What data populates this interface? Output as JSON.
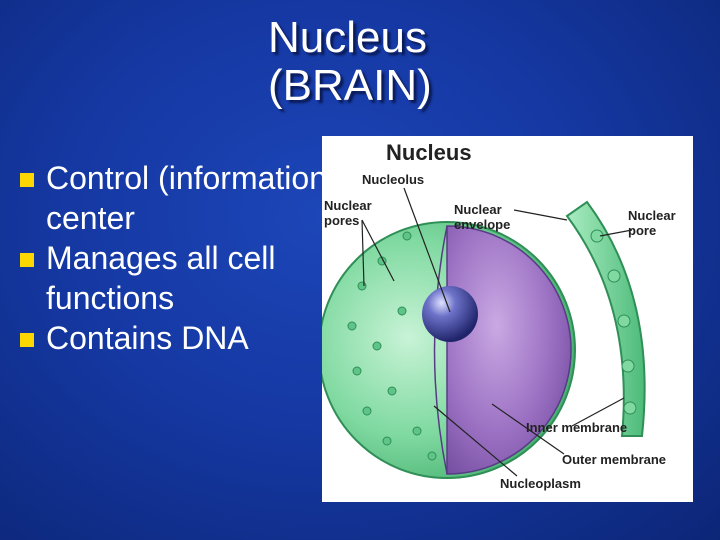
{
  "title": {
    "line1": "Nucleus",
    "line2": "(BRAIN)"
  },
  "bullets": [
    {
      "text": "Control (information) center"
    },
    {
      "text": "Manages all cell functions"
    },
    {
      "text": "Contains DNA"
    }
  ],
  "diagram": {
    "heading": "Nucleus",
    "labels": {
      "nucleolus": "Nucleolus",
      "nuclear_pores": [
        "Nuclear",
        "pores"
      ],
      "nuclear_envelope": [
        "Nuclear",
        "envelope"
      ],
      "nuclear_pore": [
        "Nuclear",
        "pore"
      ],
      "inner_membrane": "Inner membrane",
      "outer_membrane": "Outer membrane",
      "nucleoplasm": "Nucleoplasm"
    }
  },
  "colors": {
    "background": "#1538a3",
    "bullet": "#ffd700",
    "membrane": "#7fd9a0",
    "nucleoplasm": "#9a6fc2",
    "nucleolus": "#3b3f9e"
  }
}
